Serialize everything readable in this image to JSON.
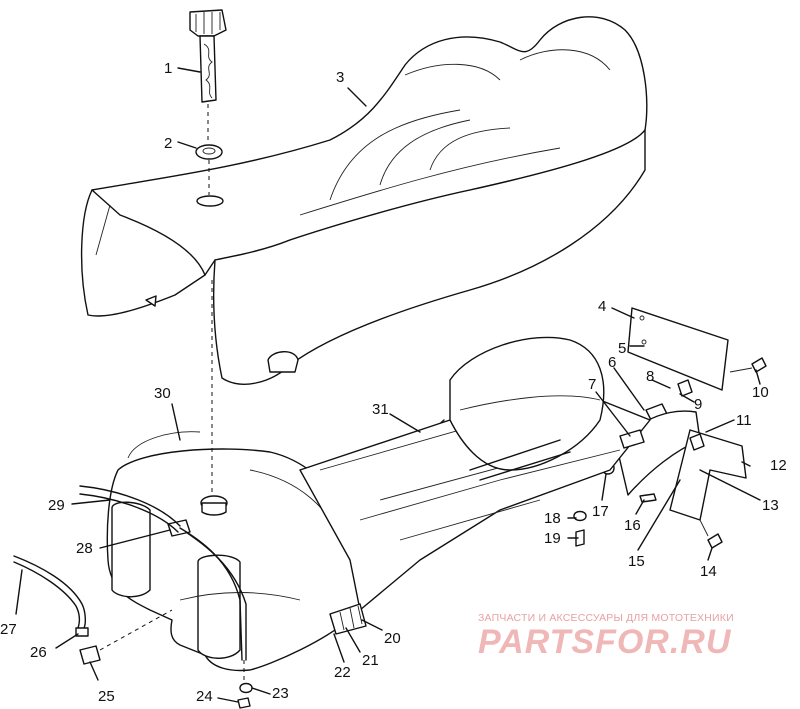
{
  "labels": [
    {
      "id": "1",
      "text": "1"
    },
    {
      "id": "2",
      "text": "2"
    },
    {
      "id": "3",
      "text": "3"
    },
    {
      "id": "4",
      "text": "4"
    },
    {
      "id": "5",
      "text": "5"
    },
    {
      "id": "6",
      "text": "6"
    },
    {
      "id": "7",
      "text": "7"
    },
    {
      "id": "8",
      "text": "8"
    },
    {
      "id": "9",
      "text": "9"
    },
    {
      "id": "10",
      "text": "10"
    },
    {
      "id": "11",
      "text": "11"
    },
    {
      "id": "12",
      "text": "12"
    },
    {
      "id": "13",
      "text": "13"
    },
    {
      "id": "14",
      "text": "14"
    },
    {
      "id": "15",
      "text": "15"
    },
    {
      "id": "16",
      "text": "16"
    },
    {
      "id": "17",
      "text": "17"
    },
    {
      "id": "18",
      "text": "18"
    },
    {
      "id": "19",
      "text": "19"
    },
    {
      "id": "20",
      "text": "20"
    },
    {
      "id": "21",
      "text": "21"
    },
    {
      "id": "22",
      "text": "22"
    },
    {
      "id": "23",
      "text": "23"
    },
    {
      "id": "24",
      "text": "24"
    },
    {
      "id": "25",
      "text": "25"
    },
    {
      "id": "26",
      "text": "26"
    },
    {
      "id": "27",
      "text": "27"
    },
    {
      "id": "28",
      "text": "28"
    },
    {
      "id": "29",
      "text": "29"
    },
    {
      "id": "30",
      "text": "30"
    },
    {
      "id": "31",
      "text": "31"
    }
  ],
  "watermark": {
    "subtitle": "ЗАПЧАСТИ И АКСЕССУАРЫ ДЛЯ МОТОТЕХНИКИ",
    "brand": "PARTSFOR.RU"
  }
}
